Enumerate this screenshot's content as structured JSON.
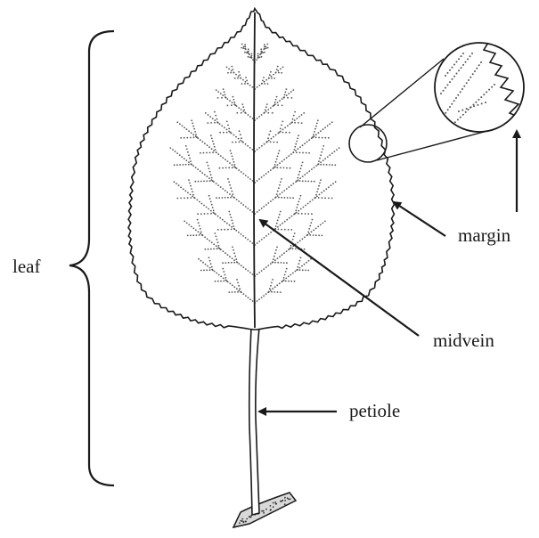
{
  "diagram": {
    "labels": {
      "leaf": "leaf",
      "margin": "margin",
      "midvein": "midvein",
      "petiole": "petiole"
    },
    "colors": {
      "ink": "#1a1a1a",
      "leaf_fill": "#ffffff",
      "stipple": "#555555"
    }
  }
}
